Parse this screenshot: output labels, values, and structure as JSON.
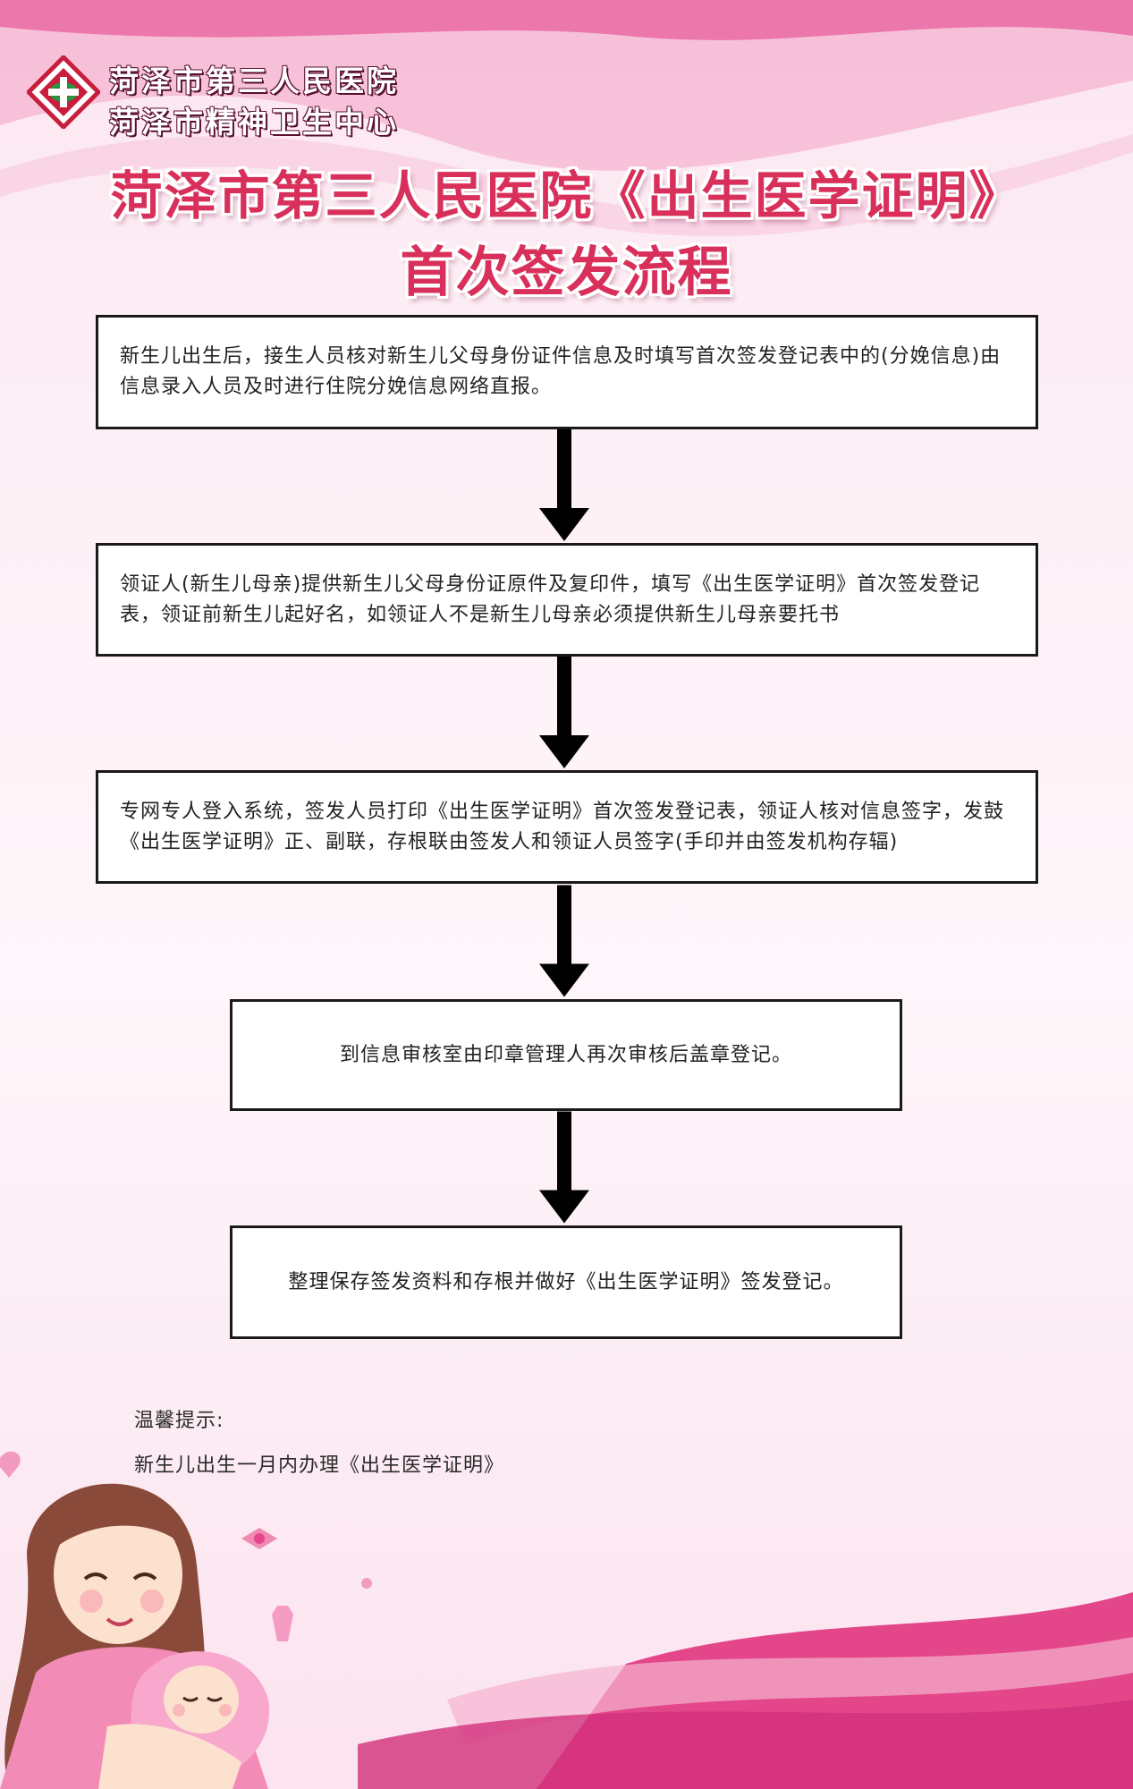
{
  "header": {
    "org_name_1": "菏泽市第三人民医院",
    "org_name_2": "菏泽市精神卫生中心"
  },
  "title": {
    "line1": "菏泽市第三人民医院《出生医学证明》",
    "line2": "首次签发流程"
  },
  "steps": [
    {
      "text": "新生儿出生后，接生人员核对新生儿父母身份证件信息及时填写首次签发登记表中的(分娩信息)由信息录入人员及时进行住院分娩信息网络直报。"
    },
    {
      "text": "领证人(新生儿母亲)提供新生儿父母身份证原件及复印件，填写《出生医学证明》首次签发登记表，领证前新生儿起好名，如领证人不是新生儿母亲必须提供新生儿母亲要托书"
    },
    {
      "text": "专网专人登入系统，签发人员打印《出生医学证明》首次签发登记表，领证人核对信息签字，发鼓《出生医学证明》正、副联，存根联由签发人和领证人员签字(手印并由签发机构存辐)"
    },
    {
      "text": "到信息审核室由印章管理人再次审核后盖章登记。"
    },
    {
      "text": "整理保存签发资料和存根并做好《出生医学证明》签发登记。"
    }
  ],
  "tips": {
    "heading": "温馨提示:",
    "content": "新生儿出生一月内办理《出生医学证明》"
  },
  "colors": {
    "title": "#d8305b",
    "wave_pink": "#e4468a",
    "box_border": "#1a1a1a",
    "arrow": "#000000"
  }
}
